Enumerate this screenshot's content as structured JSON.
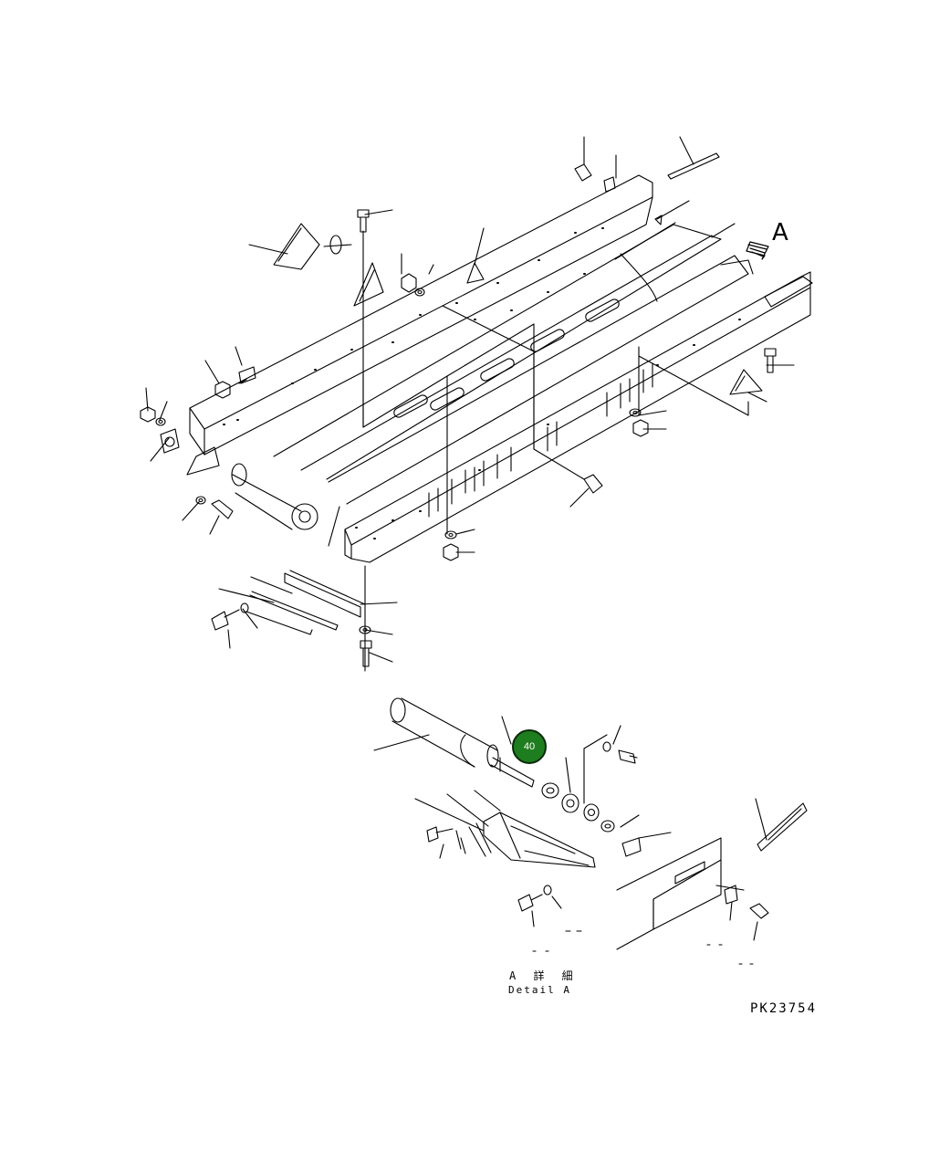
{
  "view_arrow_label": "A",
  "detail_label_jp": "A 詳 細",
  "detail_label_en": "Detail A",
  "drawing_number": "PK23754",
  "callout": {
    "label": "40",
    "fill": "#1e7d1e",
    "stroke": "#0b2a0b"
  },
  "colors": {
    "line": "#000000",
    "background": "#ffffff"
  }
}
